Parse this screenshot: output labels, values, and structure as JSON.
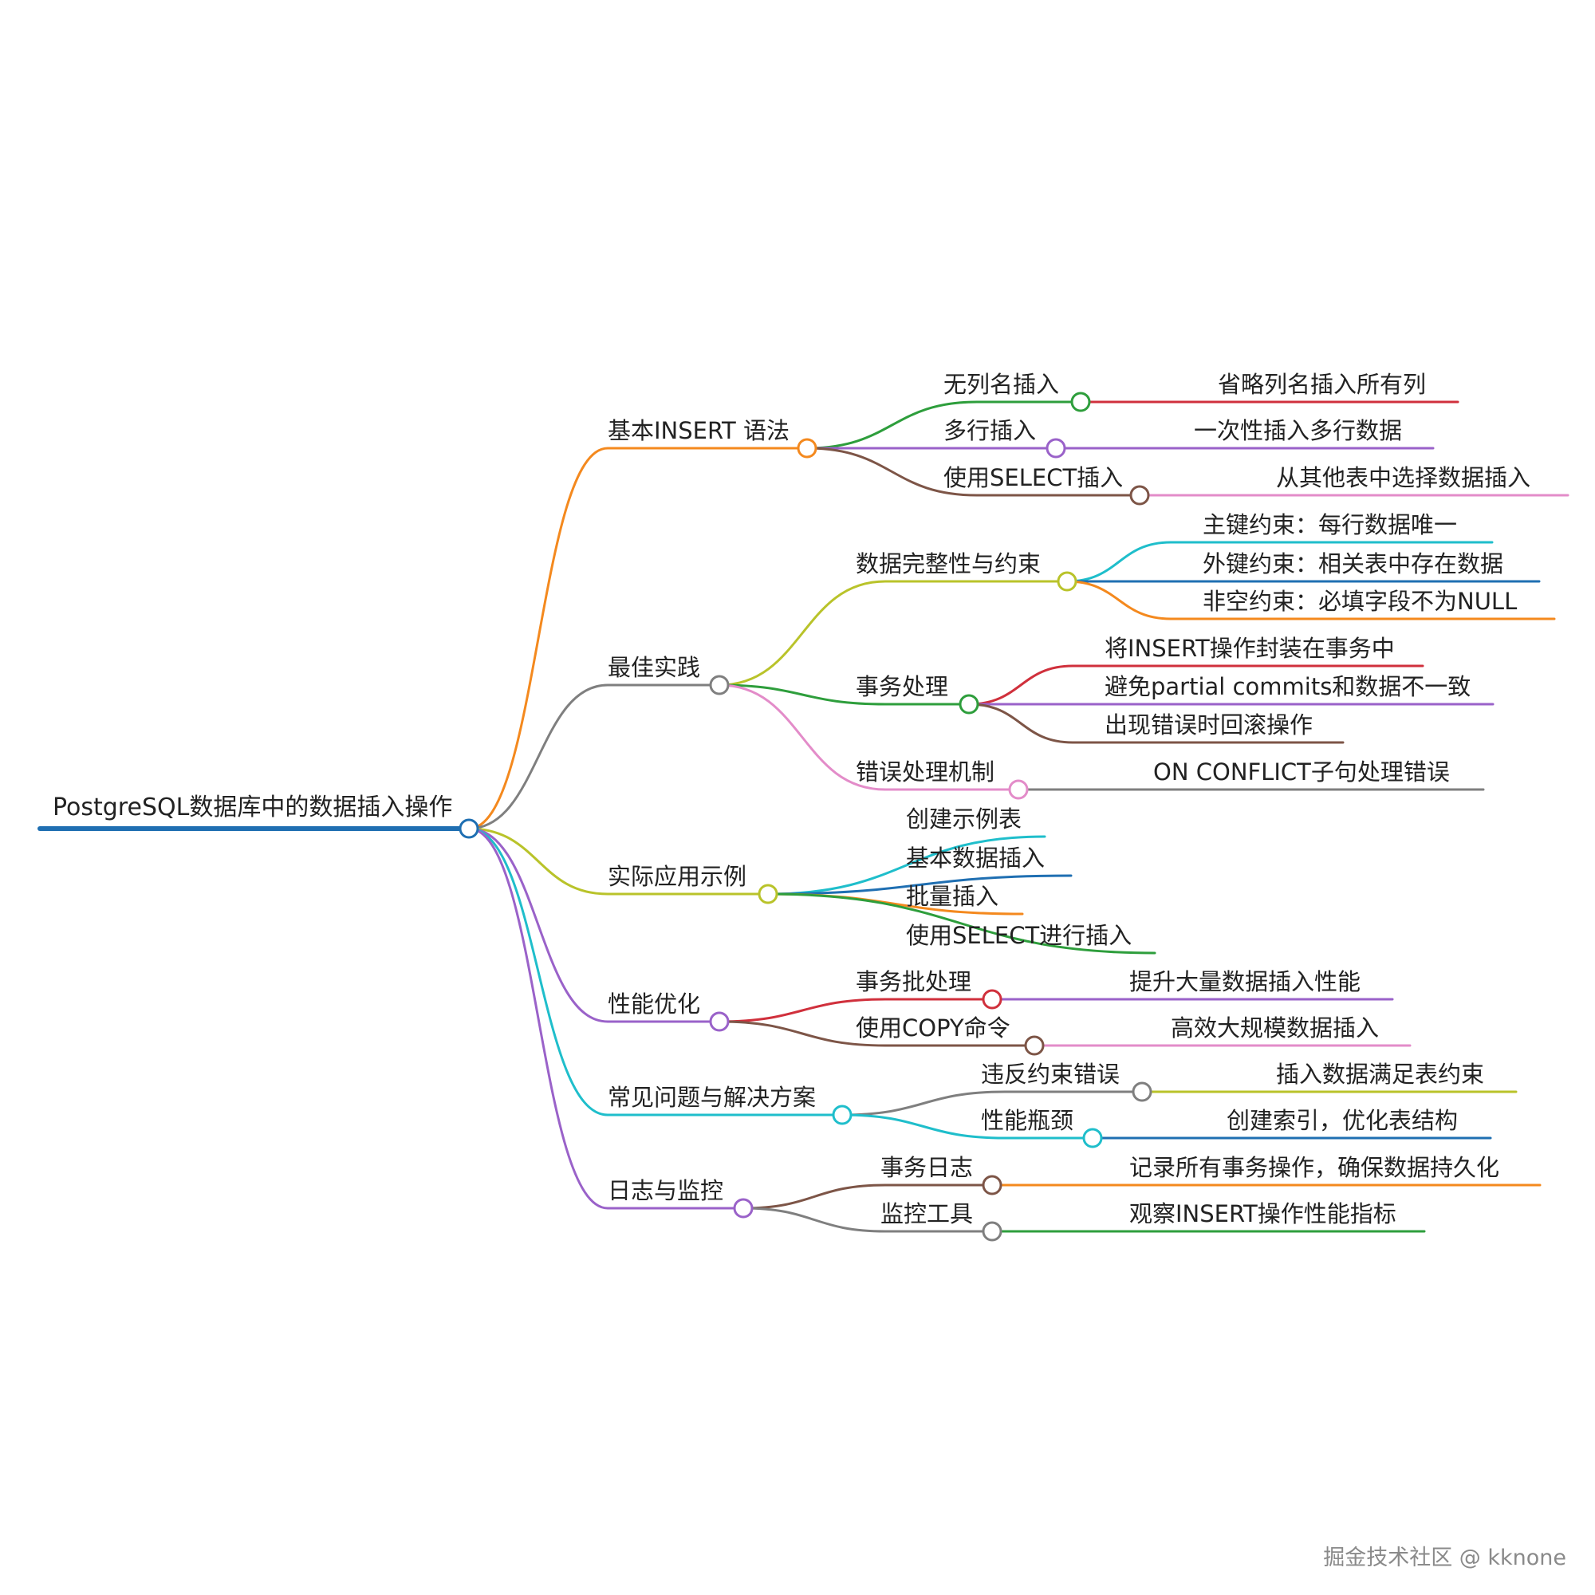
{
  "root": {
    "label": "PostgreSQL数据库中的数据插入操作",
    "color": "#1f6fb2"
  },
  "branches": [
    {
      "label": "基本INSERT 语法",
      "color": "#f4891e",
      "children": [
        {
          "label": "无列名插入",
          "color": "#2e9e3c",
          "children": [
            {
              "label": "省略列名插入所有列",
              "color": "#d0303c"
            }
          ]
        },
        {
          "label": "多行插入",
          "color": "#9a62c9",
          "children": [
            {
              "label": "一次性插入多行数据",
              "color": "#9a62c9"
            }
          ]
        },
        {
          "label": "使用SELECT插入",
          "color": "#7d5547",
          "children": [
            {
              "label": "从其他表中选择数据插入",
              "color": "#e38cc9"
            }
          ]
        }
      ]
    },
    {
      "label": "最佳实践",
      "color": "#7f7f7f",
      "children": [
        {
          "label": "数据完整性与约束",
          "color": "#b9c32a",
          "children": [
            {
              "label": "主键约束：每行数据唯一",
              "color": "#1fbecb"
            },
            {
              "label": "外键约束：相关表中存在数据",
              "color": "#1f6fb2"
            },
            {
              "label": "非空约束：必填字段不为NULL",
              "color": "#f4891e"
            }
          ]
        },
        {
          "label": "事务处理",
          "color": "#2e9e3c",
          "children": [
            {
              "label": "将INSERT操作封装在事务中",
              "color": "#d0303c"
            },
            {
              "label": "避免partial commits和数据不一致",
              "color": "#9a62c9"
            },
            {
              "label": "出现错误时回滚操作",
              "color": "#7d5547"
            }
          ]
        },
        {
          "label": "错误处理机制",
          "color": "#e38cc9",
          "children": [
            {
              "label": "ON CONFLICT子句处理错误",
              "color": "#7f7f7f"
            }
          ]
        }
      ]
    },
    {
      "label": "实际应用示例",
      "color": "#b9c32a",
      "children": [
        {
          "label": "创建示例表",
          "color": "#1fbecb",
          "children": []
        },
        {
          "label": "基本数据插入",
          "color": "#1f6fb2",
          "children": []
        },
        {
          "label": "批量插入",
          "color": "#f4891e",
          "children": []
        },
        {
          "label": "使用SELECT进行插入",
          "color": "#2e9e3c",
          "children": []
        }
      ]
    },
    {
      "label": "性能优化",
      "color": "#9a62c9",
      "children": [
        {
          "label": "事务批处理",
          "color": "#d0303c",
          "children": [
            {
              "label": "提升大量数据插入性能",
              "color": "#9a62c9"
            }
          ]
        },
        {
          "label": "使用COPY命令",
          "color": "#7d5547",
          "children": [
            {
              "label": "高效大规模数据插入",
              "color": "#e38cc9"
            }
          ]
        }
      ]
    },
    {
      "label": "常见问题与解决方案",
      "color": "#1fbecb",
      "children": [
        {
          "label": "违反约束错误",
          "color": "#7f7f7f",
          "children": [
            {
              "label": "插入数据满足表约束",
              "color": "#b9c32a"
            }
          ]
        },
        {
          "label": "性能瓶颈",
          "color": "#1fbecb",
          "children": [
            {
              "label": "创建索引，优化表结构",
              "color": "#1f6fb2"
            }
          ]
        }
      ]
    },
    {
      "label": "日志与监控",
      "color": "#9a62c9",
      "children": [
        {
          "label": "事务日志",
          "color": "#7d5547",
          "children": [
            {
              "label": "记录所有事务操作，确保数据持久化",
              "color": "#f4891e"
            }
          ]
        },
        {
          "label": "监控工具",
          "color": "#7f7f7f",
          "children": [
            {
              "label": "观察INSERT操作性能指标",
              "color": "#2e9e3c"
            }
          ]
        }
      ]
    }
  ],
  "watermark": "掘金技术社区 @ kknone"
}
